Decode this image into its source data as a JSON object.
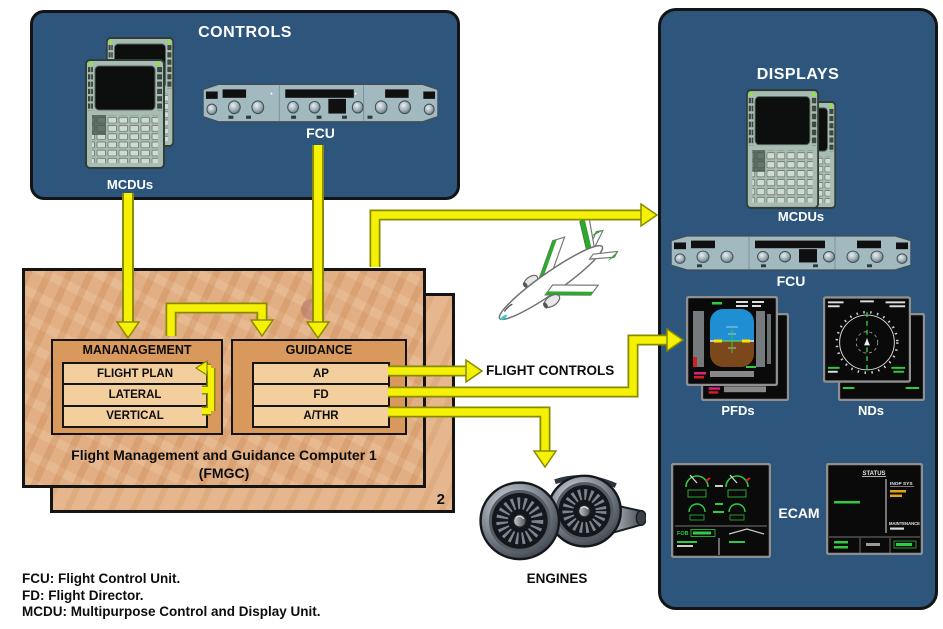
{
  "colors": {
    "panel_blue": "#2e567d",
    "fmgc_tan": "#e2ae84",
    "arrow_yellow": "#f4f107",
    "surface_green": "#2daa2d"
  },
  "controls": {
    "title": "CONTROLS",
    "mcdus_label": "MCDUs",
    "fcu_label": "FCU"
  },
  "fmgc": {
    "back_box_number": "2",
    "title_line1": "Flight Management and Guidance Computer 1",
    "title_line2": "(FMGC)",
    "management": {
      "header": "MANANAGEMENT",
      "rows": [
        "FLIGHT PLAN",
        "LATERAL",
        "VERTICAL"
      ]
    },
    "guidance": {
      "header": "GUIDANCE",
      "rows": [
        "AP",
        "FD",
        "A/THR"
      ]
    }
  },
  "middle": {
    "flight_controls_label": "FLIGHT CONTROLS",
    "engines_label": "ENGINES"
  },
  "displays": {
    "title": "DISPLAYS",
    "mcdus_label": "MCDUs",
    "fcu_label": "FCU",
    "pfds_label": "PFDs",
    "nds_label": "NDs",
    "ecam_label": "ECAM",
    "ecam_status": {
      "title": "STATUS",
      "inop": "INOP SYS",
      "maintenance": "MAINTENANCE"
    },
    "ecam_engine": {
      "fob_label": "FOB"
    }
  },
  "legend": {
    "lines": [
      "FCU: Flight Control Unit.",
      "FD: Flight Director.",
      "MCDU: Multipurpose Control and Display Unit."
    ]
  }
}
